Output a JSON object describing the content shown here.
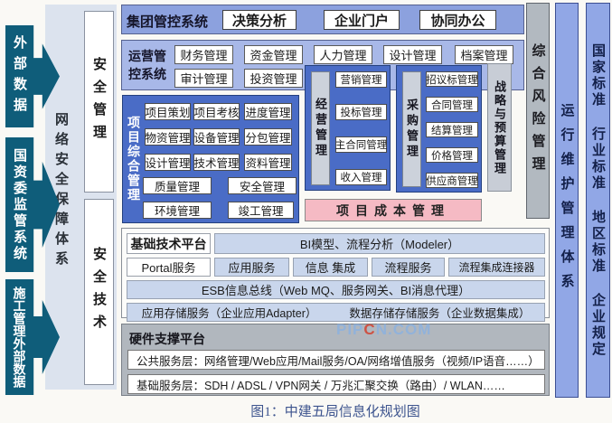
{
  "title_caption": "图1：中建五局信息化规划图",
  "watermark": {
    "p1": "PIP",
    "c": "C",
    "p2": "N.COM"
  },
  "colors": {
    "arrow_teal": "#0f5d7a",
    "panel_periwinkle": "#8ca1de",
    "panel_light_periwinkle": "#a8b8e8",
    "group_blue": "#4a6cc6",
    "cost_pink": "#f5bac4",
    "tech_lightblue": "#c9d6ec",
    "hardware_gray": "#b1b7be",
    "right_bar_blue": "#91a7e6",
    "right_bar_gray": "#b2b9c0"
  },
  "left": {
    "arrows": [
      "外部数据",
      "国资委监管系统",
      "施工管理外部数据"
    ],
    "backbone": "网络安全保障体系",
    "security_mgmt": "安全管理",
    "security_tech": "安全技术"
  },
  "group_control": {
    "label": "集团管控系统",
    "items": [
      "决策分析",
      "企业门户",
      "协同办公"
    ]
  },
  "operation": {
    "label": "运营管控系统",
    "row1": [
      "财务管理",
      "资金管理",
      "人力管理",
      "设计管理",
      "档案管理"
    ],
    "row2": [
      "审计管理",
      "投资管理"
    ]
  },
  "business": {
    "label": "经营管理",
    "items": [
      "营销管理",
      "投标管理",
      "主合同管理",
      "收入管理"
    ]
  },
  "procurement": {
    "label": "采购管理",
    "items": [
      "招议标管理",
      "合同管理",
      "结算管理",
      "价格管理",
      "供应商管理"
    ]
  },
  "strategy_budget": "战略与预算管理",
  "project": {
    "label": "项目综合管理",
    "grid": [
      "项目策划",
      "项目考核",
      "进度管理",
      "物资管理",
      "设备管理",
      "分包管理",
      "设计管理",
      "技术管理",
      "资料管理"
    ],
    "wide": [
      "质量管理",
      "安全管理",
      "环境管理",
      "竣工管理"
    ]
  },
  "project_cost": "项目成本管理",
  "tech": {
    "label": "基础技术平台",
    "bi": "BI模型、流程分析（Modeler）",
    "row2": [
      "Portal服务",
      "应用服务",
      "信息 集成",
      "流程服务",
      "流程集成连接器"
    ],
    "esb": "ESB信息总线（Web MQ、服务网关、BI消息代理）",
    "storage": [
      "应用存储服务（企业应用Adapter）",
      "数据存储存储服务（企业数据集成）"
    ]
  },
  "hardware": {
    "label": "硬件支撑平台",
    "rows": [
      "公共服务层：网络管理/Web应用/Mail服务/OA/网络增值服务（视频/IP语音……）",
      "基础服务层：SDH / ADSL / VPN网关 / 万兆汇聚交换（路由）/ WLAN……"
    ]
  },
  "right_bars": [
    "综合风险管理",
    "运行维护管理体系",
    "国家标准 行业标准 地区标准 企业规定"
  ]
}
